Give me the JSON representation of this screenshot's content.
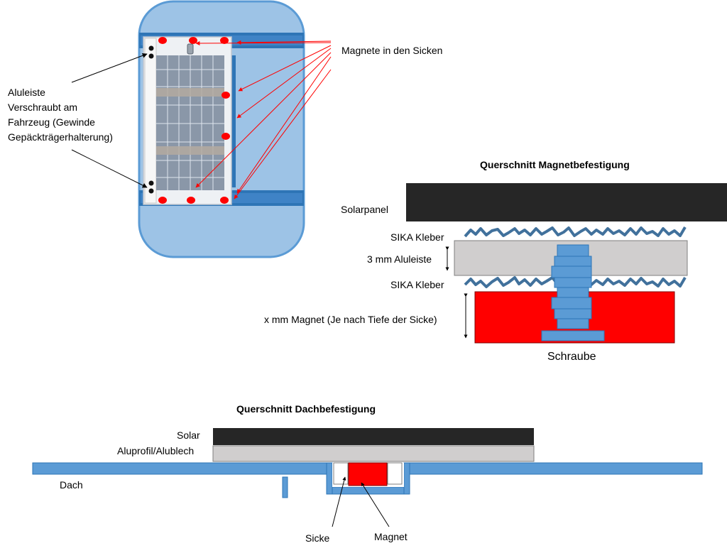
{
  "labels": {
    "magnets": "Magnete in den Sicken",
    "alu_line1": "Aluleiste",
    "alu_line2": "Verschraubt am",
    "alu_line3": "Fahrzeug (Gewinde",
    "alu_line4": "Gepäckträgerhalterung)",
    "section_magnet_title": "Querschnitt Magnetbefestigung",
    "solarpanel": "Solarpanel",
    "sika_top": "SIKA Kleber",
    "aluleiste": "3 mm Aluleiste",
    "sika_bottom": "SIKA Kleber",
    "magnet_size": "x mm Magnet (Je nach Tiefe der Sicke)",
    "schraube": "Schraube",
    "section_roof_title": "Querschnitt Dachbefestigung",
    "solar": "Solar",
    "aluprofil": "Aluprofil/Alublech",
    "dach": "Dach",
    "sicke": "Sicke",
    "magnet": "Magnet"
  },
  "colors": {
    "roof_fill": "#9dc3e6",
    "roof_stroke": "#5b9bd5",
    "rail": "#2e75b6",
    "panel": "#262626",
    "alu": "#d0cece",
    "magnet": "#ff0000",
    "screw": "#5b9bd5",
    "glue": "#41719c",
    "pointer": "#ff0000"
  }
}
